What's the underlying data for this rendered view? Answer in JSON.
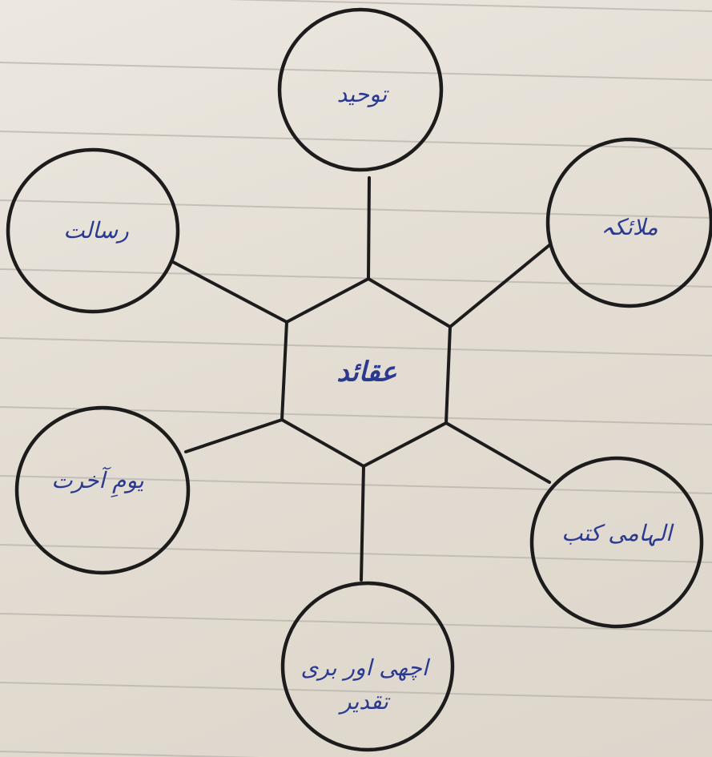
{
  "diagram": {
    "hub": {
      "label": "عقائد"
    },
    "nodes": [
      {
        "id": "tawheed",
        "label": "توحید"
      },
      {
        "id": "malaika",
        "label": "ملائکہ"
      },
      {
        "id": "ilhami-kutub",
        "label": "الہامی کتب"
      },
      {
        "id": "taqdeer",
        "label": "اچھی اور بری تقدیر"
      },
      {
        "id": "yaum-e-akhirat",
        "label": "یومِ آخرت"
      },
      {
        "id": "risalat",
        "label": "رسالت"
      }
    ]
  },
  "colors": {
    "paper": "#e6e1d8",
    "ruled_lines": "#b9b4ad",
    "ink": "#1c1c1c",
    "handwriting": "#2b3a8f"
  }
}
